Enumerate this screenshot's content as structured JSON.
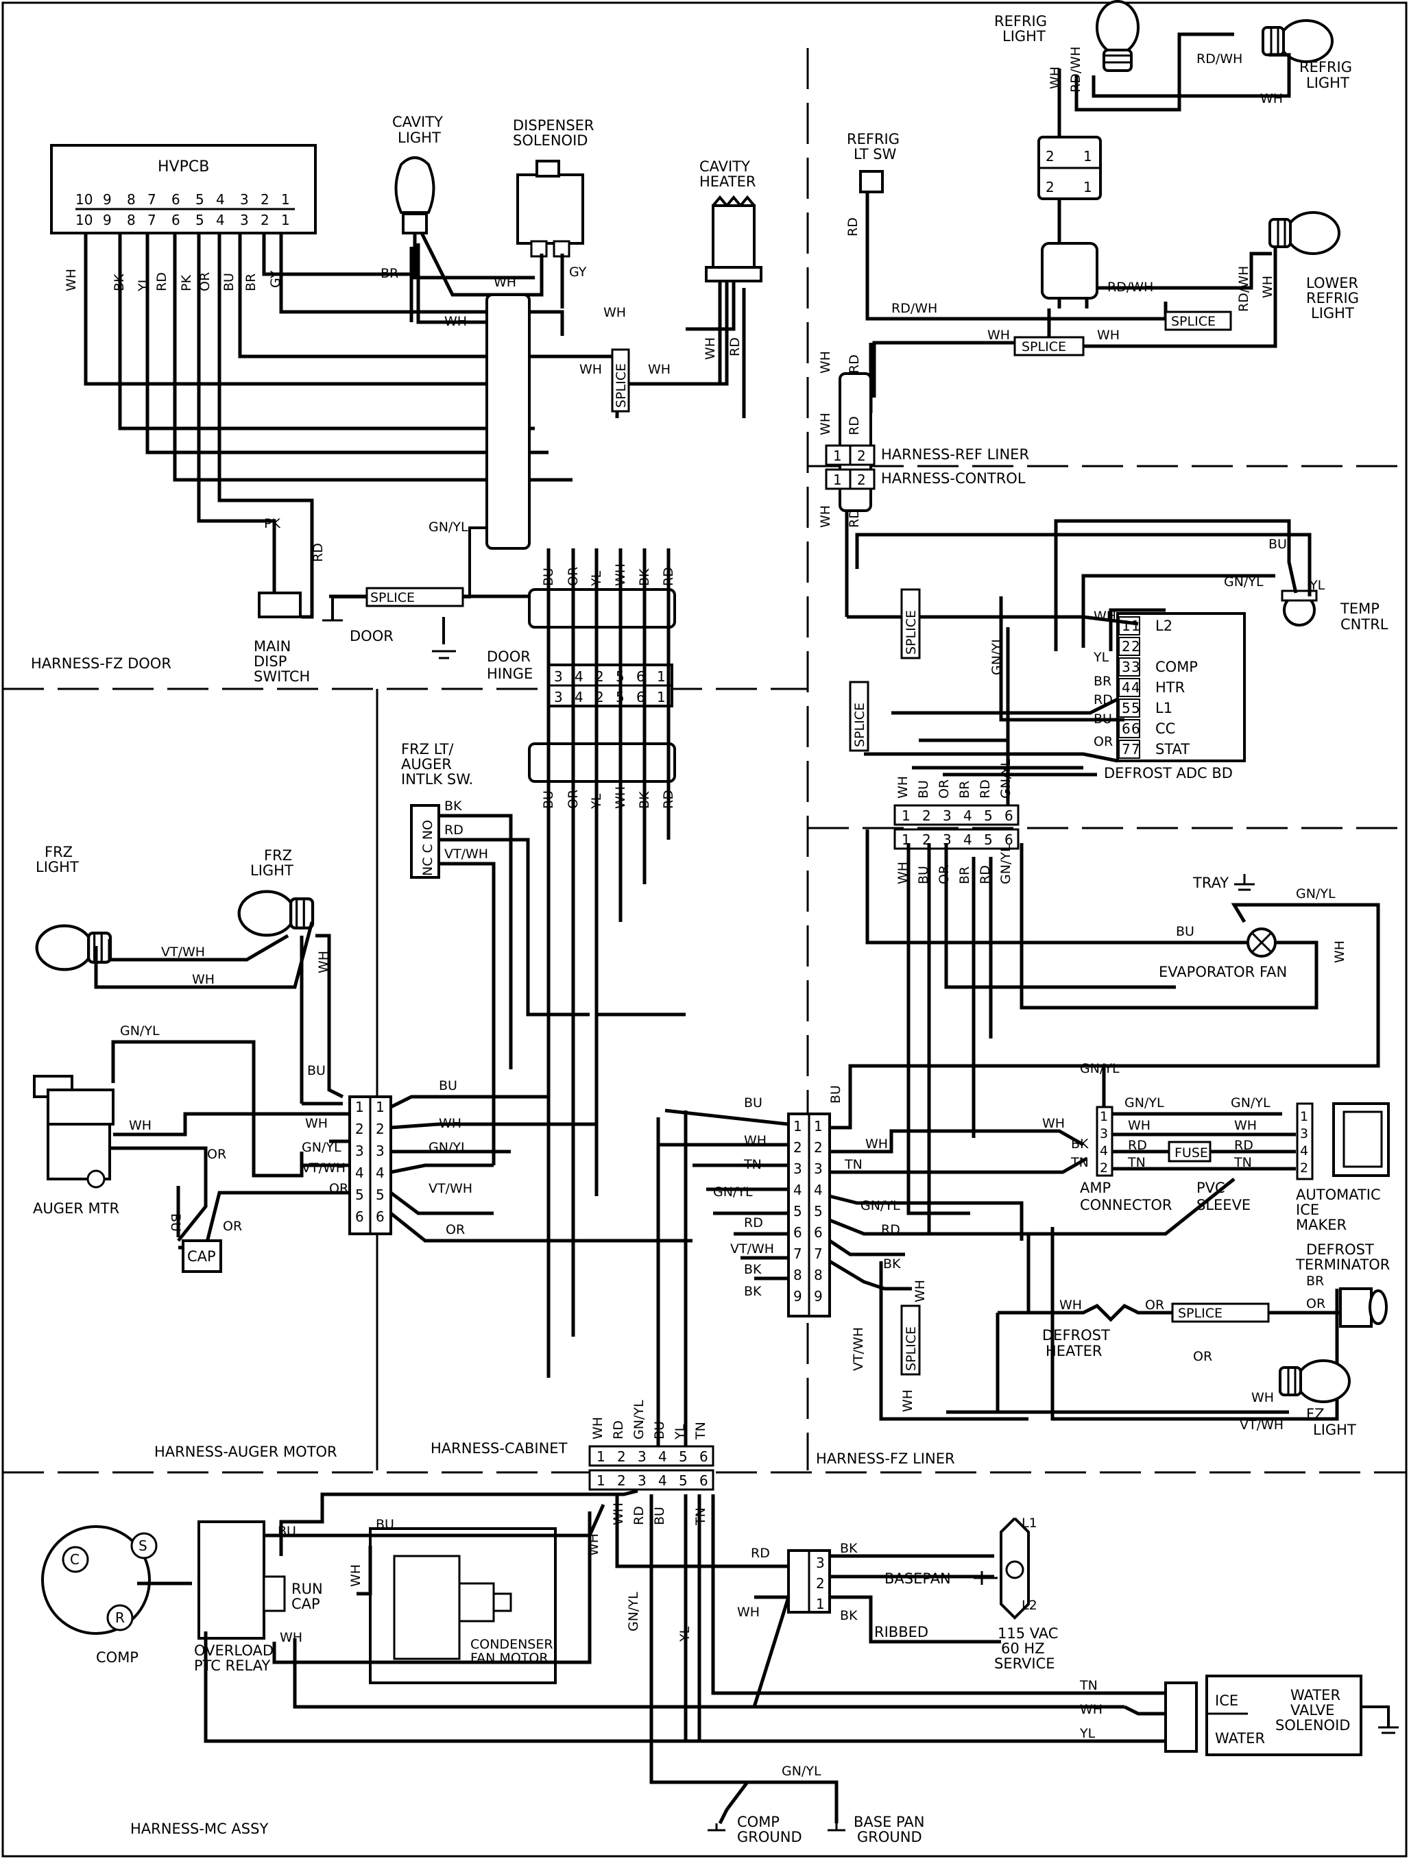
{
  "regions": {
    "fz_door": "HARNESS-FZ DOOR",
    "auger_motor": "HARNESS-AUGER MOTOR",
    "cabinet": "HARNESS-CABINET",
    "fz_liner": "HARNESS-FZ LINER",
    "mc_assy": "HARNESS-MC ASSY",
    "ref_liner": "HARNESS-REF LINER",
    "control": "HARNESS-CONTROL"
  },
  "components": {
    "hvpcb": "HVPCB",
    "hvpcb_pins": [
      "10",
      "9",
      "8",
      "7",
      "6",
      "5",
      "4",
      "3",
      "2",
      "1"
    ],
    "cavity_light": [
      "CAVITY",
      "LIGHT"
    ],
    "dispenser_solenoid": [
      "DISPENSER",
      "SOLENOID"
    ],
    "cavity_heater": [
      "CAVITY",
      "HEATER"
    ],
    "main_disp_switch": [
      "MAIN",
      "DISP",
      "SWITCH"
    ],
    "door": "DOOR",
    "door_hinge": [
      "DOOR",
      "HINGE"
    ],
    "door_hinge_pins": [
      "3",
      "4",
      "2",
      "5",
      "6",
      "1"
    ],
    "frz_lt_auger": [
      "FRZ LT/",
      "AUGER",
      "INTLK SW."
    ],
    "frz_light_1": [
      "FRZ",
      "LIGHT"
    ],
    "frz_light_2": [
      "FRZ",
      "LIGHT"
    ],
    "auger_mtr": "AUGER MTR",
    "cap": "CAP",
    "refrig_light_top": [
      "REFRIG",
      "LIGHT"
    ],
    "refrig_light_right": [
      "REFRIG",
      "LIGHT"
    ],
    "refrig_lt_sw": [
      "REFRIG",
      "LT SW"
    ],
    "lower_refrig_light": [
      "LOWER",
      "REFRIG",
      "LIGHT"
    ],
    "temp_cntrl": [
      "TEMP",
      "CNTRL"
    ],
    "defrost_adc_bd": "DEFROST ADC BD",
    "adc_terminals": [
      "L2",
      "COMP",
      "HTR",
      "L1",
      "CC",
      "STAT"
    ],
    "tray": "TRAY",
    "evaporator_fan": "EVAPORATOR FAN",
    "amp_connector": [
      "AMP",
      "CONNECTOR"
    ],
    "pvc_sleeve": [
      "PVC",
      "SLEEVE"
    ],
    "fuse": "FUSE",
    "automatic_ice_maker": [
      "AUTOMATIC",
      "ICE",
      "MAKER"
    ],
    "defrost_terminator": [
      "DEFROST",
      "TERMINATOR"
    ],
    "defrost_heater": [
      "DEFROST",
      "HEATER"
    ],
    "fz_light": [
      "FZ",
      "LIGHT"
    ],
    "comp": "COMP",
    "overload_ptc_relay": [
      "OVERLOAD",
      "PTC RELAY"
    ],
    "run_cap": [
      "RUN",
      "CAP"
    ],
    "condenser_fan_motor": [
      "CONDENSER",
      "FAN MOTOR"
    ],
    "basepan": "BASEPAN",
    "ribbed": "RIBBED",
    "service": [
      "115 VAC",
      "60 HZ",
      "SERVICE"
    ],
    "comp_ground": [
      "COMP",
      "GROUND"
    ],
    "base_pan_ground": [
      "BASE PAN",
      "GROUND"
    ],
    "water_valve": [
      "WATER",
      "VALVE",
      "SOLENOID"
    ],
    "ice": "ICE",
    "water": "WATER",
    "splice": "SPLICE",
    "comp_terminals": [
      "C",
      "S",
      "R"
    ],
    "plug_terminals": [
      "L1",
      "L2"
    ],
    "switch_terminals": "NC C NO"
  },
  "wires": {
    "hvpcb": [
      "WH",
      "BK",
      "YL",
      "RD",
      "PK",
      "OR",
      "BU",
      "BR",
      "GY"
    ],
    "hinge": [
      "BU",
      "OR",
      "YL",
      "WH",
      "BK",
      "RD"
    ],
    "cab_left": [
      "BU",
      "OR",
      "YL",
      "WH",
      "BK",
      "RD"
    ],
    "cabinet_plug": [
      "WH",
      "RD",
      "GN/YL",
      "BU",
      "YL",
      "TN"
    ],
    "mc_plug": [
      "WH",
      "RD",
      "BU",
      "TN"
    ],
    "adc_plug": [
      "WH",
      "BU",
      "OR",
      "BR",
      "RD",
      "GN/YL"
    ],
    "plug_numbers": [
      "1",
      "2",
      "3",
      "4",
      "5",
      "6"
    ],
    "plug9_numbers": [
      "1",
      "2",
      "3",
      "4",
      "5",
      "6",
      "7",
      "8",
      "9"
    ]
  },
  "wire_labels": {
    "wh": "WH",
    "bk": "BK",
    "rd": "RD",
    "bu": "BU",
    "br": "BR",
    "gy": "GY",
    "or": "OR",
    "pk": "PK",
    "yl": "YL",
    "tn": "TN",
    "gnyl": "GN/YL",
    "rdwh": "RD/WH",
    "vtwh": "VT/WH"
  }
}
